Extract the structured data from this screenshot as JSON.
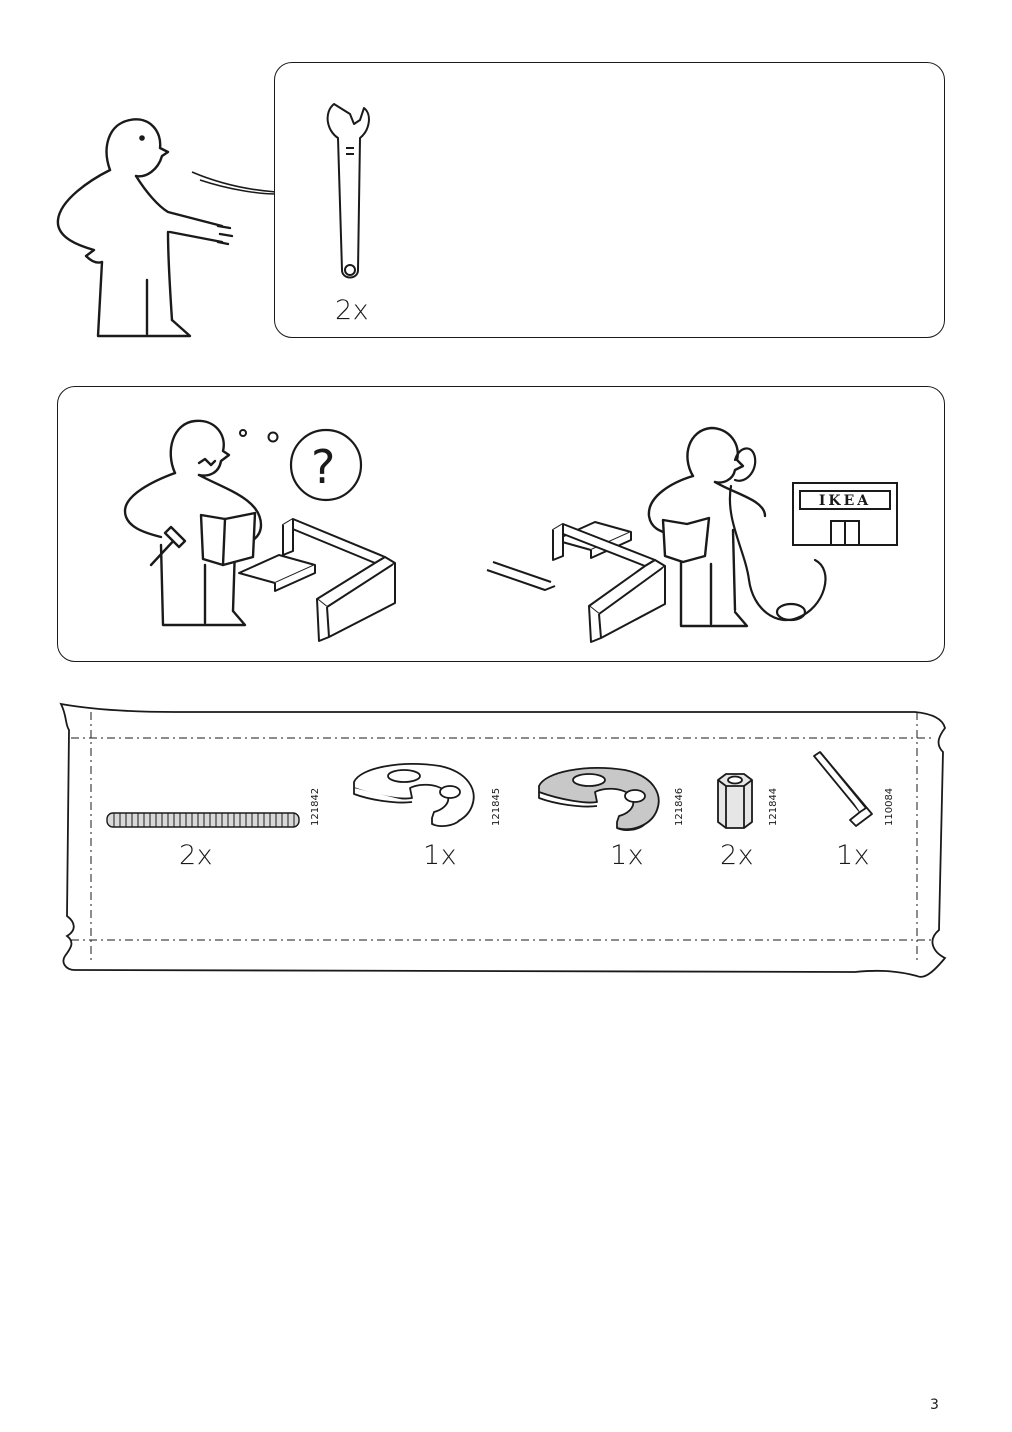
{
  "tools": {
    "wrench_qty": "2x",
    "icon": "adjustable-wrench-icon"
  },
  "help": {
    "store_sign": "IKEA",
    "question_mark": "?"
  },
  "parts": [
    {
      "id": "121842",
      "qty": "2x",
      "icon": "threaded-rod-icon"
    },
    {
      "id": "121845",
      "qty": "1x",
      "icon": "cam-plate-white-icon"
    },
    {
      "id": "121846",
      "qty": "1x",
      "icon": "cam-plate-grey-icon"
    },
    {
      "id": "121844",
      "qty": "2x",
      "icon": "hex-nut-icon"
    },
    {
      "id": "110084",
      "qty": "1x",
      "icon": "allen-key-icon"
    }
  ],
  "page": {
    "number": "3"
  }
}
